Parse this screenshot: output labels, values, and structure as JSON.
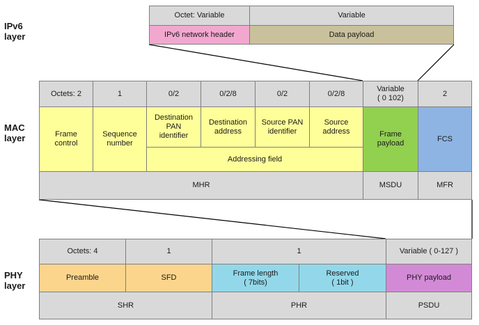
{
  "layers": {
    "ipv6": {
      "label_line1": "IPv6",
      "label_line2": "layer",
      "header_cells": [
        "Octet: Variable",
        "Variable"
      ],
      "fields": [
        "IPv6 network header",
        "Data payload"
      ]
    },
    "mac": {
      "label_line1": "MAC",
      "label_line2": "layer",
      "header_cells": [
        "Octets: 2",
        "1",
        "0/2",
        "0/2/8",
        "0/2",
        "0/2/8",
        "Variable\n( 0 102)",
        "2"
      ],
      "fields": {
        "frame_control": "Frame\ncontrol",
        "sequence_number": "Sequence\nnumber",
        "destination_pan": "Destination\nPAN\nidentifier",
        "destination_address": "Destination\naddress",
        "source_pan": "Source PAN\nidentifier",
        "source_address": "Source\naddress",
        "addressing_field": "Addressing field",
        "frame_payload": "Frame\npayload",
        "fcs": "FCS"
      },
      "footer_cells": [
        "MHR",
        "MSDU",
        "MFR"
      ]
    },
    "phy": {
      "label_line1": "PHY",
      "label_line2": "layer",
      "header_cells": [
        "Octets: 4",
        "1",
        "1",
        "Variable ( 0-127 )"
      ],
      "fields": {
        "preamble": "Preamble",
        "sfd": "SFD",
        "frame_length": "Frame length\n( 7bits)",
        "reserved": "Reserved\n( 1bit )",
        "phy_payload": "PHY payload"
      },
      "footer_cells": [
        "SHR",
        "PHR",
        "PSDU"
      ]
    }
  },
  "colors": {
    "header_gray": "#d9d9d9",
    "mac_fields": "#ffff99",
    "ipv6_header": "#f2a7cf",
    "ipv6_payload": "#c9c19b",
    "frame_payload": "#92d050",
    "fcs": "#8eb4e3",
    "shr": "#fcd58d",
    "phr": "#93d8ea",
    "psdu": "#d38ad6"
  }
}
